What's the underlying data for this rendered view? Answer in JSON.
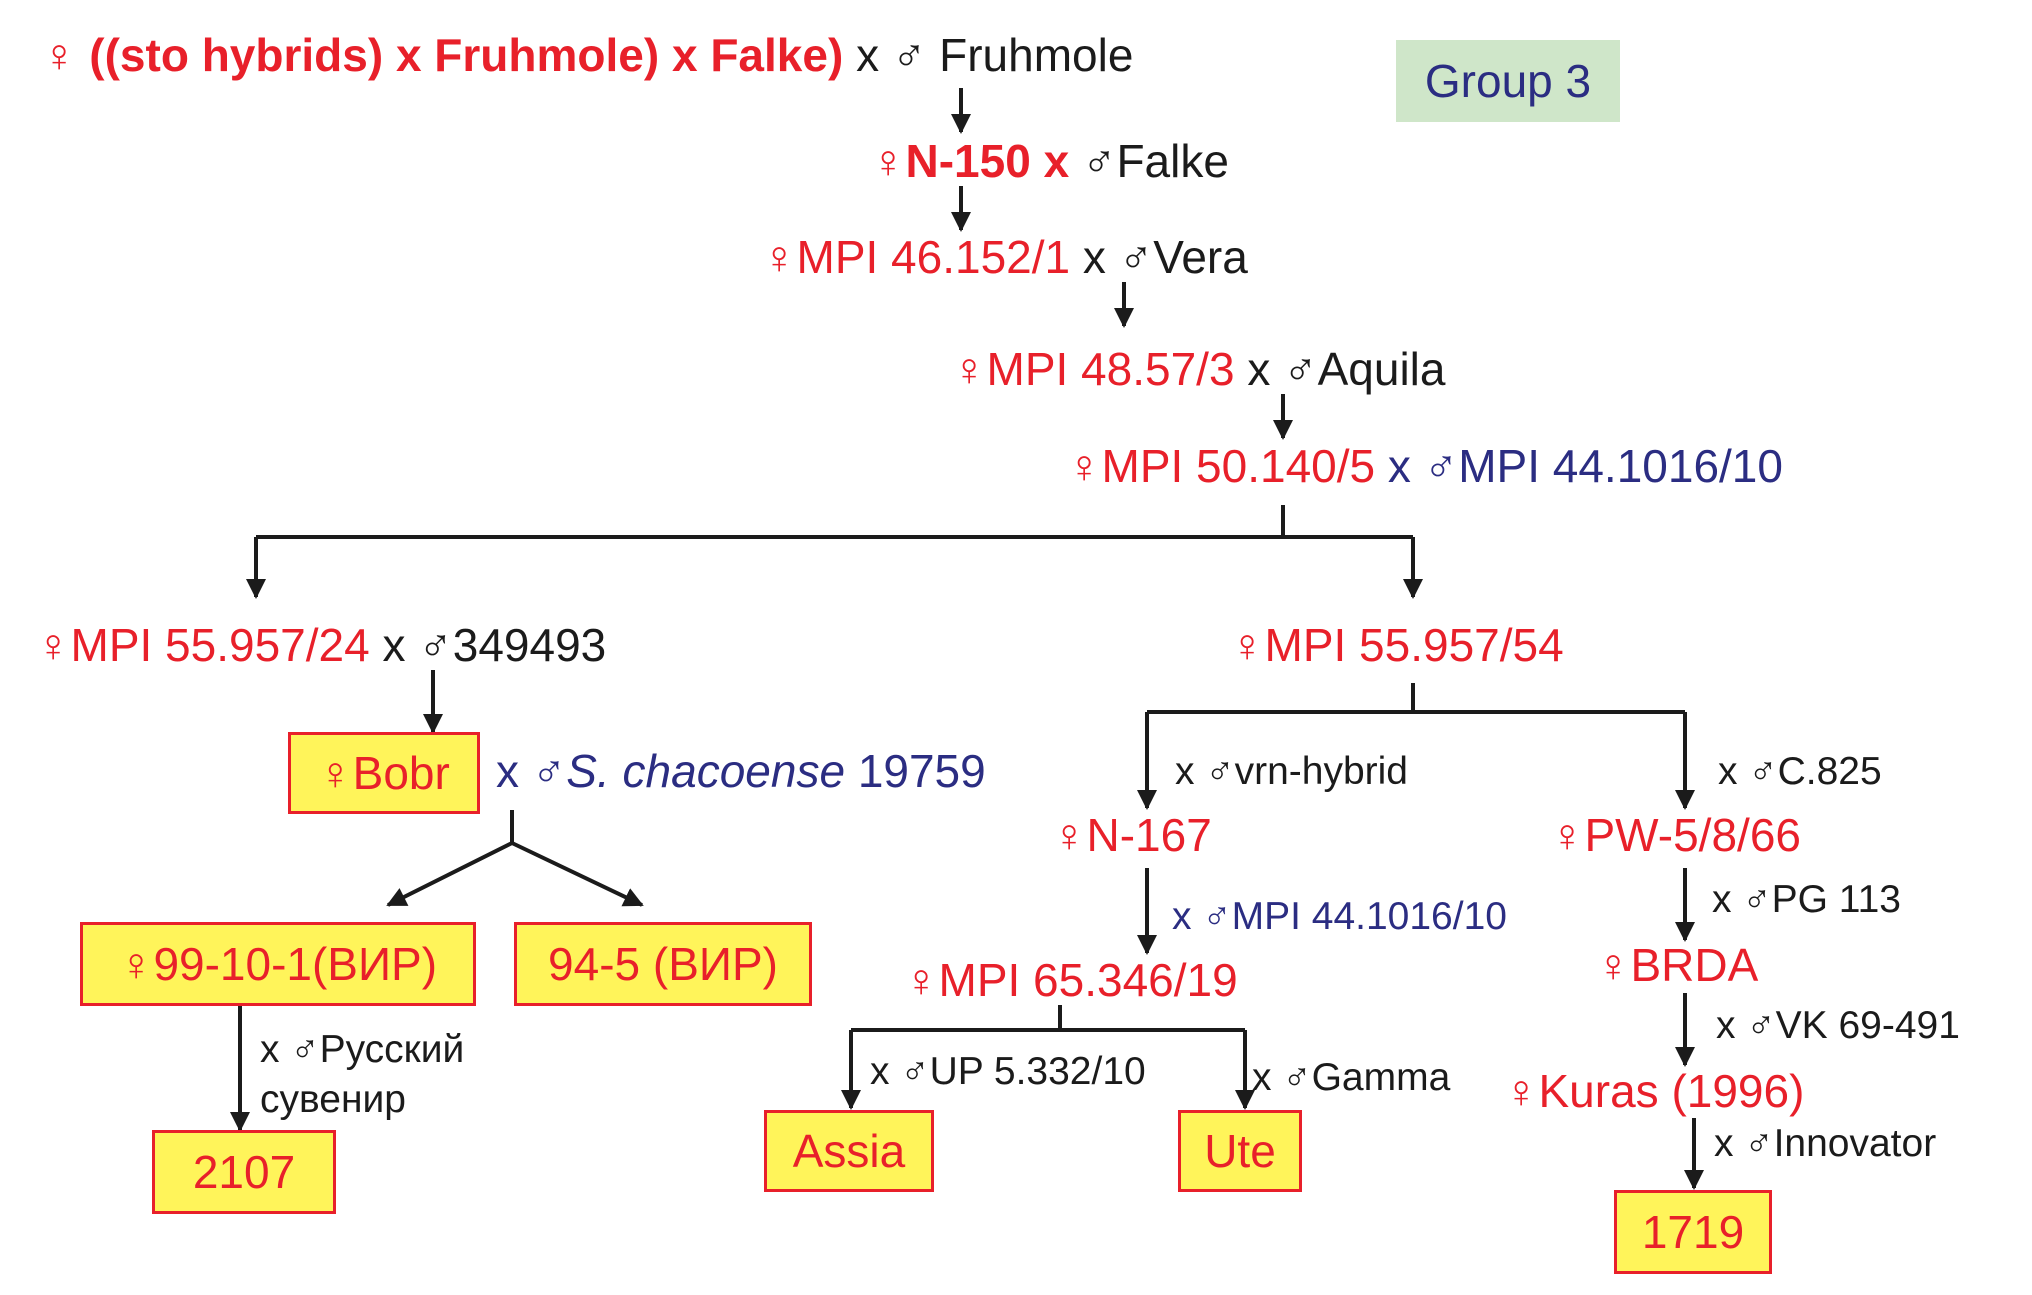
{
  "group_label": "Group 3",
  "gen1": {
    "female": "♀ ((sto hybrids) x Fruhmole) x Falke)",
    "x": "x",
    "male": "♂ Fruhmole"
  },
  "gen2": {
    "female": "♀N-150",
    "x": "x",
    "male": "♂Falke"
  },
  "gen3": {
    "female": "♀MPI 46.152/1",
    "x": "x",
    "male": "♂Vera"
  },
  "gen4": {
    "female": "♀MPI 48.57/3",
    "x": "x",
    "male": "♂Aquila"
  },
  "gen5": {
    "female": "♀MPI 50.140/5",
    "x": "x",
    "male": "♂MPI 44.1016/10"
  },
  "left_branch": {
    "parent": {
      "female": "♀MPI 55.957/24",
      "x": "x",
      "male": "♂349493"
    },
    "bobr": "♀Bobr",
    "bobr_cross": {
      "x": "x",
      "male_symbol": "♂",
      "male_species": "S. chacoense",
      "male_id": "19759"
    },
    "vir1": "♀99-10-1(ВИР)",
    "vir2": "94-5 (ВИР)",
    "vir1_cross": {
      "line1": "x ♂Русский",
      "line2": "сувенир"
    },
    "result": "2107"
  },
  "right_branch": {
    "parent": "♀MPI 55.957/54",
    "sub_left": {
      "cross1": "x ♂vrn-hybrid",
      "node1": "♀N-167",
      "cross2_x": "x",
      "cross2_male": "♂MPI 44.1016/10",
      "node2": "♀MPI 65.346/19",
      "assia_cross": "x ♂UP 5.332/10",
      "ute_cross": "x ♂Gamma",
      "assia": "Assia",
      "ute": "Ute"
    },
    "sub_right": {
      "cross1": "x ♂C.825",
      "node1": "♀PW-5/8/66",
      "cross2": "x ♂PG 113",
      "node2": "♀BRDA",
      "cross3": "x ♂VK 69-491",
      "node3": "♀Kuras (1996)",
      "cross4": "x ♂Innovator",
      "result": "1719"
    }
  },
  "colors": {
    "female": "#e8202a",
    "male": "#1b1b1b",
    "donor": "#2b2d82",
    "box_fill": "#fff45a",
    "badge_fill": "#cfe6c9"
  }
}
